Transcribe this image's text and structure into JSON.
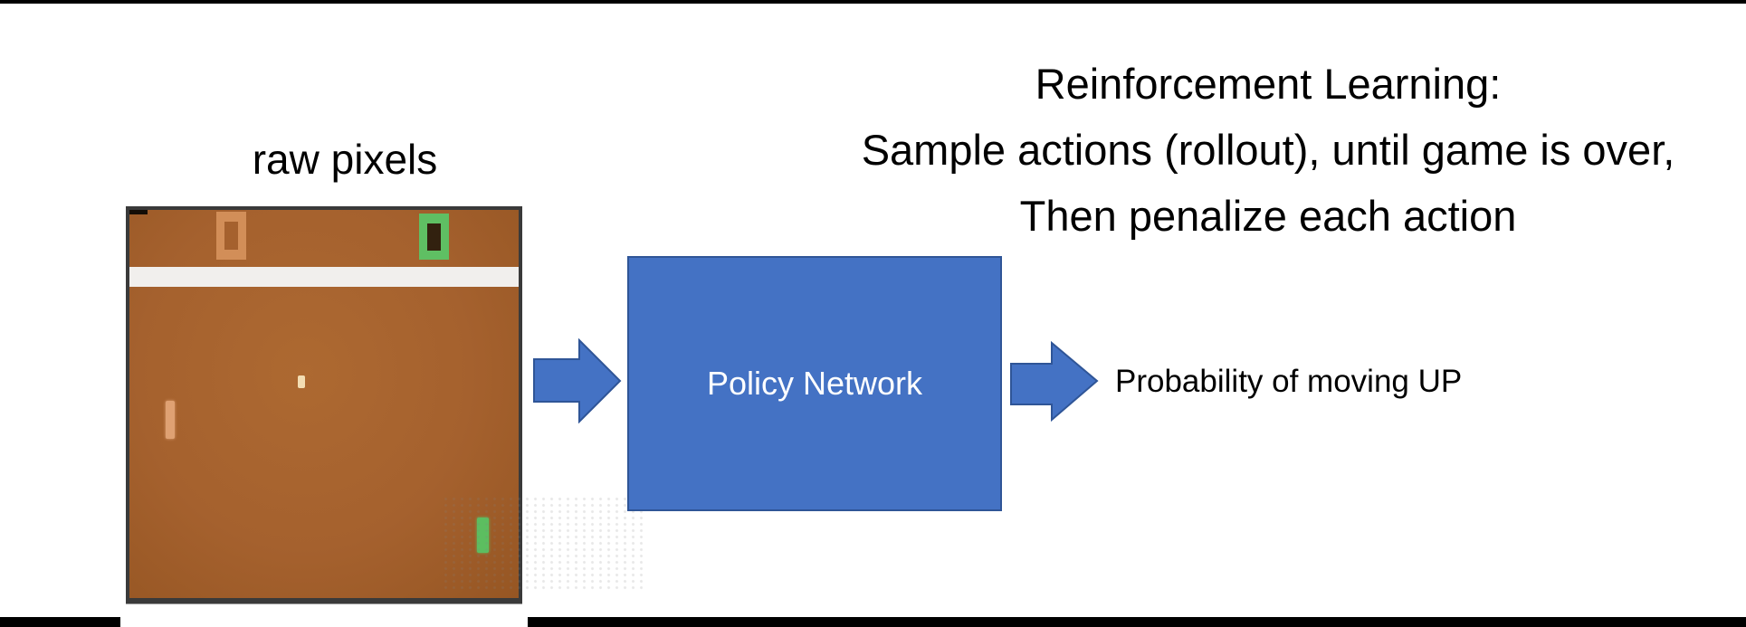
{
  "slide": {
    "title_lines": {
      "0": "Reinforcement Learning:",
      "1": "Sample actions (rollout), until game is over,",
      "2": "Then penalize each action"
    }
  },
  "diagram": {
    "input_label": "raw pixels",
    "policy_box_label": "Policy Network",
    "output_label": "Probability of moving UP"
  },
  "game_screen": {
    "description": "Atari Pong frame",
    "left_score": "0",
    "right_score": "0"
  },
  "colors": {
    "accent_blue": "#4472C4",
    "accent_blue_border": "#2F5597",
    "field_brown": "#A5612E",
    "score_orange": "#D28E58",
    "paddle_orange": "#DFA173",
    "score_green": "#5FBF63",
    "paddle_green": "#5CBE60",
    "ball_cream": "#F3DDB3",
    "band_white": "#F1EFED",
    "frame_gray": "#3A3A3A",
    "bar_black": "#000000",
    "text_black": "#000000",
    "policy_text_white": "#FFFFFF"
  }
}
